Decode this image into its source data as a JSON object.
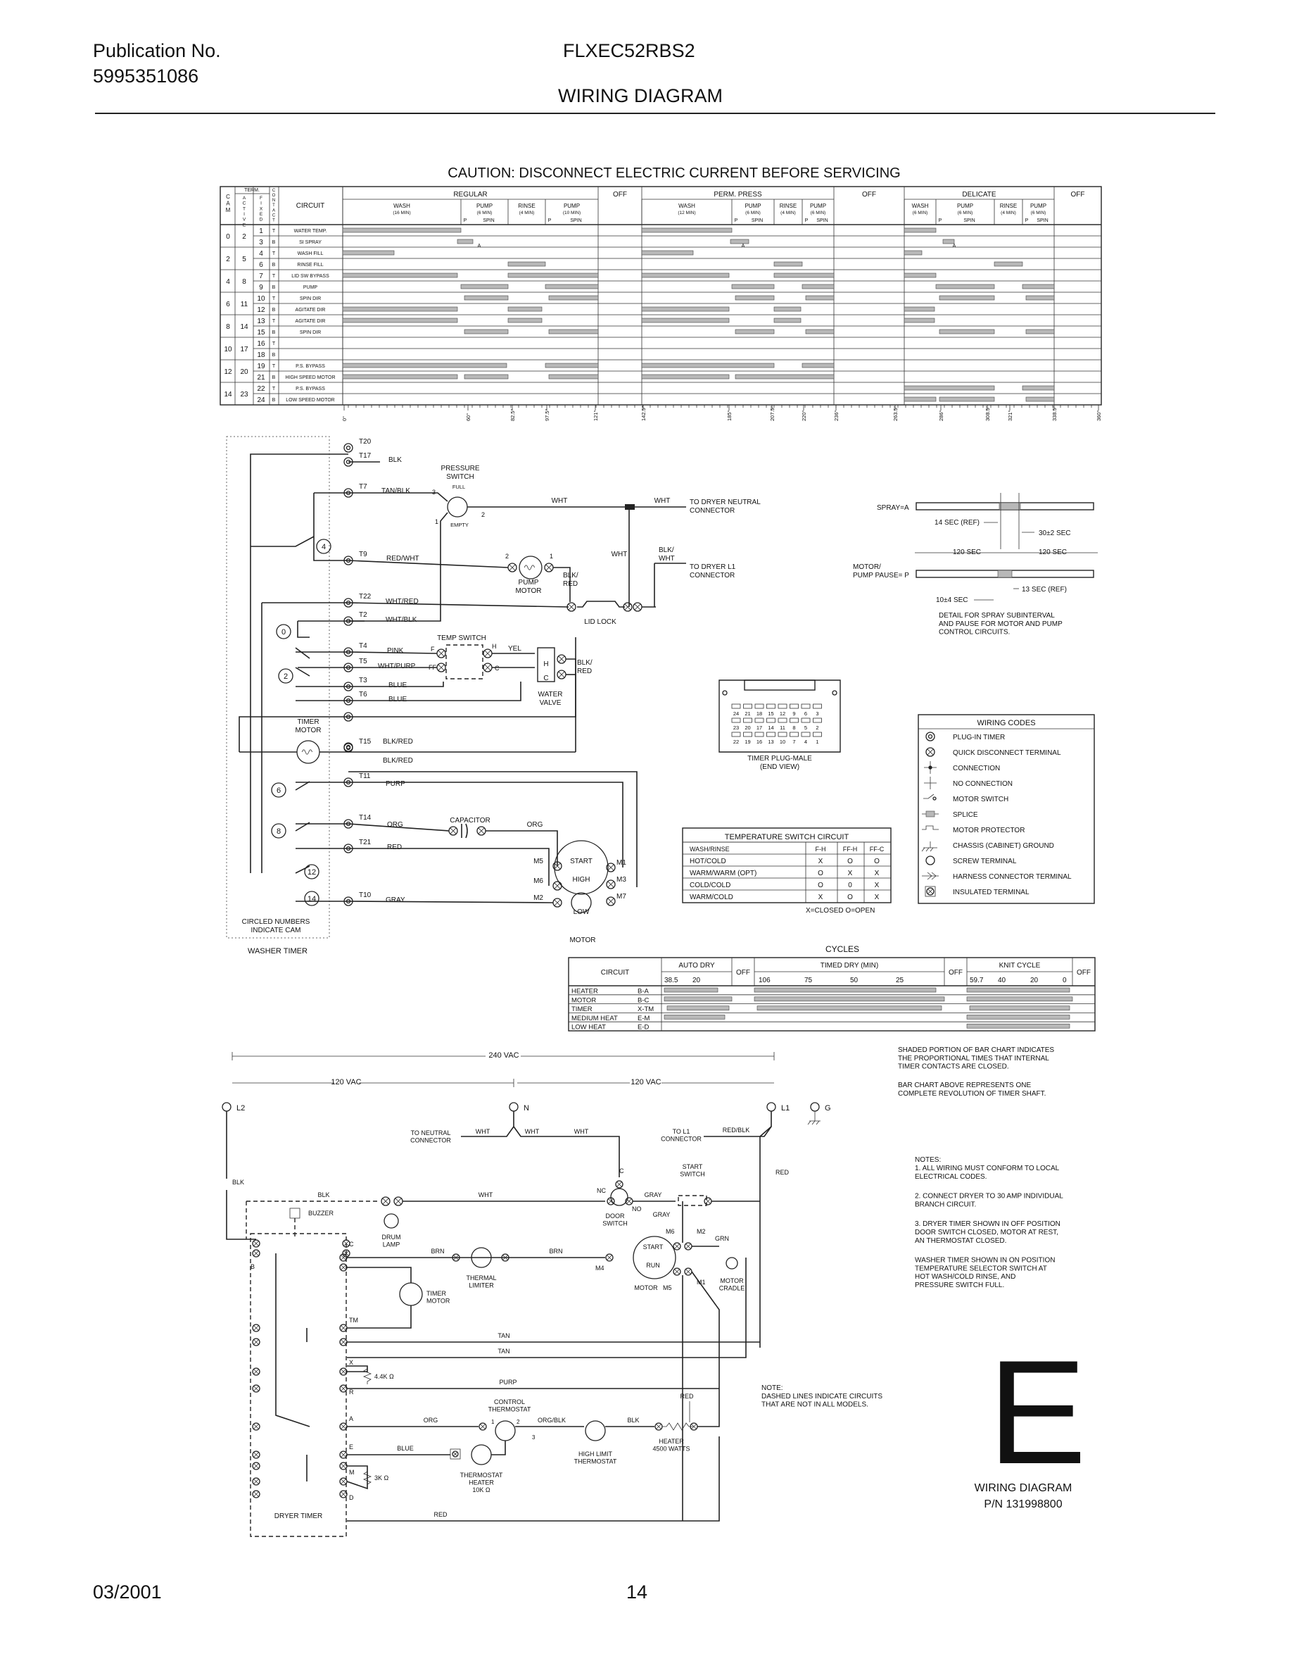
{
  "header": {
    "publication_label": "Publication No.",
    "publication_number": "5995351086",
    "model": "FLXEC52RBS2",
    "title": "WIRING DIAGRAM"
  },
  "caution": "CAUTION: DISCONNECT ELECTRIC CURRENT BEFORE SERVICING",
  "timer_chart": {
    "head_cam": "CAM",
    "head_term_active": "ACTIVE",
    "head_term": "TERM.",
    "head_term_fixed": "FIXED",
    "head_contact": "CONTACT",
    "head_circuit": "CIRCUIT",
    "cycles": [
      "REGULAR",
      "OFF",
      "PERM. PRESS",
      "OFF",
      "DELICATE",
      "OFF"
    ],
    "subheads": [
      {
        "name": "WASH",
        "time": "(16 MIN)"
      },
      {
        "name": "PUMP",
        "time": "(6 MIN)"
      },
      {
        "name": "RINSE",
        "time": "(4 MIN)"
      },
      {
        "name": "PUMP",
        "time": "(10 MIN)"
      },
      {
        "name": "WASH",
        "time": "(12 MIN)"
      },
      {
        "name": "PUMP",
        "time": "(6 MIN)"
      },
      {
        "name": "RINSE",
        "time": "(4 MIN)"
      },
      {
        "name": "PUMP",
        "time": "(6 MIN)"
      },
      {
        "name": "WASH",
        "time": "(6 MIN)"
      },
      {
        "name": "PUMP",
        "time": "(6 MIN)"
      },
      {
        "name": "RINSE",
        "time": "(4 MIN)"
      },
      {
        "name": "PUMP",
        "time": "(6 MIN)"
      }
    ],
    "p_label": "P",
    "spin_label": "SPIN",
    "a_label": "A",
    "rows": [
      {
        "cam": "0",
        "active": "2",
        "fixed": "1",
        "c": "T",
        "circuit": "WATER TEMP."
      },
      {
        "cam": "",
        "active": "",
        "fixed": "3",
        "c": "B",
        "circuit": "SI SPRAY"
      },
      {
        "cam": "2",
        "active": "5",
        "fixed": "4",
        "c": "T",
        "circuit": "WASH FILL"
      },
      {
        "cam": "",
        "active": "",
        "fixed": "6",
        "c": "B",
        "circuit": "RINSE FILL"
      },
      {
        "cam": "4",
        "active": "8",
        "fixed": "7",
        "c": "T",
        "circuit": "LID SW BYPASS"
      },
      {
        "cam": "",
        "active": "",
        "fixed": "9",
        "c": "B",
        "circuit": "PUMP"
      },
      {
        "cam": "6",
        "active": "11",
        "fixed": "10",
        "c": "T",
        "circuit": "SPIN DIR"
      },
      {
        "cam": "",
        "active": "",
        "fixed": "12",
        "c": "B",
        "circuit": "AGITATE DIR"
      },
      {
        "cam": "8",
        "active": "14",
        "fixed": "13",
        "c": "T",
        "circuit": "AGITATE DIR"
      },
      {
        "cam": "",
        "active": "",
        "fixed": "15",
        "c": "B",
        "circuit": "SPIN DIR"
      },
      {
        "cam": "10",
        "active": "17",
        "fixed": "16",
        "c": "T",
        "circuit": ""
      },
      {
        "cam": "",
        "active": "",
        "fixed": "18",
        "c": "B",
        "circuit": ""
      },
      {
        "cam": "12",
        "active": "20",
        "fixed": "19",
        "c": "T",
        "circuit": "P.S. BYPASS"
      },
      {
        "cam": "",
        "active": "",
        "fixed": "21",
        "c": "B",
        "circuit": "HIGH SPEED MOTOR"
      },
      {
        "cam": "14",
        "active": "23",
        "fixed": "22",
        "c": "T",
        "circuit": "P.S. BYPASS"
      },
      {
        "cam": "",
        "active": "",
        "fixed": "24",
        "c": "B",
        "circuit": "LOW SPEED MOTOR"
      }
    ],
    "degrees": [
      "0°",
      "60°",
      "82.5°",
      "97.5°",
      "121°",
      "142.5°",
      "185°",
      "207.5°",
      "220°",
      "236°",
      "263.5°",
      "286°",
      "308.5°",
      "321°",
      "338.5°",
      "360°"
    ]
  },
  "washer": {
    "terminals": [
      "T20",
      "T17",
      "T7",
      "T9",
      "T22",
      "T2",
      "T4",
      "T5",
      "T3",
      "T6",
      "T15",
      "T11",
      "T14",
      "T21",
      "T10"
    ],
    "cams": [
      "4",
      "0",
      "2",
      "6",
      "8",
      "12",
      "14"
    ],
    "wires": {
      "blk": "BLK",
      "tan_blk": "TAN/BLK",
      "red_wht": "RED/WHT",
      "wht_red": "WHT/RED",
      "wht_blk": "WHT/BLK",
      "pink": "PINK",
      "wht_purp": "WHT/PURP",
      "blue": "BLUE",
      "blk_red": "BLK/RED",
      "purp": "PURP",
      "org": "ORG",
      "red": "RED",
      "gray": "GRAY",
      "wht": "WHT",
      "yel": "YEL",
      "blk_wht": "BLK/\nWHT",
      "blk_red2": "BLK/\nRED"
    },
    "pressure_switch": "PRESSURE\nSWITCH",
    "full": "FULL",
    "empty": "EMPTY",
    "pump_motor": "PUMP\nMOTOR",
    "lid_lock": "LID LOCK",
    "temp_switch": "TEMP SWITCH",
    "water_valve": "WATER\nVALVE",
    "timer_motor": "TIMER\nMOTOR",
    "capacitor": "CAPACITOR",
    "start": "START",
    "high": "HIGH",
    "low": "LOW",
    "motor": "MOTOR",
    "to_dryer_neutral": "TO DRYER NEUTRAL\nCONNECTOR",
    "to_dryer_l1": "TO DRYER L1\nCONNECTOR",
    "circled_numbers": "CIRCLED NUMBERS\nINDICATE CAM",
    "washer_timer": "WASHER TIMER",
    "motor_terms": [
      "M5",
      "M1",
      "M6",
      "M3",
      "M2",
      "M7"
    ]
  },
  "spray_detail": {
    "spray": "SPRAY=A",
    "sec14": "14 SEC (REF)",
    "sec30": "30±2 SEC",
    "sec120a": "120 SEC",
    "sec120b": "120 SEC",
    "motor_pause": "MOTOR/\nPUMP PAUSE= P",
    "sec13": "13 SEC (REF)",
    "sec10": "10±4 SEC",
    "note": "DETAIL FOR SPRAY SUBINTERVAL\nAND PAUSE FOR MOTOR AND PUMP\nCONTROL CIRCUITS."
  },
  "timer_plug": {
    "label": "TIMER PLUG-MALE\n(END VIEW)",
    "row1": [
      "24",
      "21",
      "18",
      "15",
      "12",
      "9",
      "6",
      "3"
    ],
    "row2": [
      "23",
      "20",
      "17",
      "14",
      "11",
      "8",
      "5",
      "2"
    ],
    "row3": [
      "22",
      "19",
      "16",
      "13",
      "10",
      "7",
      "4",
      "1"
    ]
  },
  "temp_switch_table": {
    "title": "TEMPERATURE SWITCH CIRCUIT",
    "headers": [
      "WASH/RINSE",
      "F-H",
      "FF-H",
      "FF-C"
    ],
    "rows": [
      [
        "HOT/COLD",
        "X",
        "O",
        "O"
      ],
      [
        "WARM/WARM (OPT)",
        "O",
        "X",
        "X"
      ],
      [
        "COLD/COLD",
        "O",
        "0",
        "X"
      ],
      [
        "WARM/COLD",
        "X",
        "O",
        "X"
      ]
    ],
    "legend": "X=CLOSED   O=OPEN"
  },
  "wiring_codes": {
    "title": "WIRING CODES",
    "items": [
      {
        "icon": "plug-in-timer-icon",
        "label": "PLUG-IN TIMER"
      },
      {
        "icon": "quick-disconnect-icon",
        "label": "QUICK DISCONNECT TERMINAL"
      },
      {
        "icon": "connection-icon",
        "label": "CONNECTION"
      },
      {
        "icon": "no-connection-icon",
        "label": "NO CONNECTION"
      },
      {
        "icon": "motor-switch-icon",
        "label": "MOTOR SWITCH"
      },
      {
        "icon": "splice-icon",
        "label": "SPLICE"
      },
      {
        "icon": "motor-protector-icon",
        "label": "MOTOR PROTECTOR"
      },
      {
        "icon": "chassis-ground-icon",
        "label": "CHASSIS (CABINET) GROUND"
      },
      {
        "icon": "screw-terminal-icon",
        "label": "SCREW TERMINAL"
      },
      {
        "icon": "harness-connector-icon",
        "label": "HARNESS CONNECTOR TERMINAL"
      },
      {
        "icon": "insulated-terminal-icon",
        "label": "INSULATED TERMINAL"
      }
    ]
  },
  "dryer_cycles": {
    "title": "CYCLES",
    "circuit": "CIRCUIT",
    "auto_dry": "AUTO DRY",
    "off": "OFF",
    "timed_dry": "TIMED DRY (MIN)",
    "knit_cycle": "KNIT CYCLE",
    "auto_ticks": [
      "38.5",
      "20"
    ],
    "timed_ticks": [
      "106",
      "75",
      "50",
      "25"
    ],
    "knit_ticks": [
      "59.7",
      "40",
      "20",
      "0"
    ],
    "rows": [
      {
        "name": "HEATER",
        "code": "B-A"
      },
      {
        "name": "MOTOR",
        "code": "B-C"
      },
      {
        "name": "TIMER",
        "code": "X-TM"
      },
      {
        "name": "MEDIUM HEAT",
        "code": "E-M"
      },
      {
        "name": "LOW HEAT",
        "code": "E-D"
      }
    ],
    "note1": "SHADED PORTION OF BAR CHART INDICATES\nTHE PROPORTIONAL TIMES THAT INTERNAL\nTIMER CONTACTS ARE CLOSED.",
    "note2": "BAR CHART ABOVE REPRESENTS ONE\nCOMPLETE REVOLUTION OF TIMER SHAFT."
  },
  "dryer": {
    "v240": "240 VAC",
    "v120a": "120 VAC",
    "v120b": "120 VAC",
    "l2": "L2",
    "n": "N",
    "l1": "L1",
    "g": "G",
    "to_neutral": "TO NEUTRAL\nCONNECTOR",
    "to_l1": "TO L1\nCONNECTOR",
    "red_blk": "RED/BLK",
    "wht": "WHT",
    "blk": "BLK",
    "red": "RED",
    "brn": "BRN",
    "grn": "GRN",
    "tan": "TAN",
    "purp": "PURP",
    "org": "ORG",
    "org_blk": "ORG/BLK",
    "blue": "BLUE",
    "gray": "GRAY",
    "buzzer": "BUZZER",
    "drum_lamp": "DRUM\nLAMP",
    "door_switch": "DOOR\nSWITCH",
    "start_switch": "START\nSWITCH",
    "thermal_limiter": "THERMAL\nLIMITER",
    "timer_motor": "TIMER\nMOTOR",
    "motor": "MOTOR",
    "start": "START",
    "run": "RUN",
    "motor_cradle": "MOTOR\nCRADLE",
    "control_thermostat": "CONTROL\nTHERMOSTAT",
    "high_limit": "HIGH LIMIT\nTHERMOSTAT",
    "heater": "HEATER\n4500 WATTS",
    "thermostat_heater": "THERMOSTAT\nHEATER\n10K Ω",
    "r44k": "4.4K Ω",
    "r3k": "3K Ω",
    "dryer_timer": "DRYER TIMER",
    "terms": [
      "B",
      "C",
      "TM",
      "X",
      "R",
      "A",
      "E",
      "M",
      "D"
    ],
    "switch_terms": [
      "NC",
      "C",
      "NO",
      "M6",
      "M2",
      "M4",
      "M5",
      "M1"
    ]
  },
  "notes": {
    "title": "NOTES:",
    "items": [
      "1. ALL WIRING MUST CONFORM TO LOCAL\n    ELECTRICAL CODES.",
      "2. CONNECT DRYER TO 30 AMP INDIVIDUAL\n    BRANCH CIRCUIT.",
      "3. DRYER TIMER  SHOWN IN OFF POSITION\n    DOOR SWITCH CLOSED, MOTOR AT REST,\n    AN THERMOSTAT CLOSED.",
      "    WASHER TIMER SHOWN IN ON POSITION\n    TEMPERATURE SELECTOR SWITCH AT\n    HOT WASH/COLD RINSE, AND\n    PRESSURE SWITCH FULL."
    ]
  },
  "dashed_note": "NOTE:\nDASHED LINES INDICATE CIRCUITS\nTHAT ARE NOT IN ALL MODELS.",
  "revision_letter": "E",
  "diagram_label": "WIRING DIAGRAM",
  "part_number": "P/N 131998800",
  "footer": {
    "date": "03/2001",
    "page": "14"
  }
}
